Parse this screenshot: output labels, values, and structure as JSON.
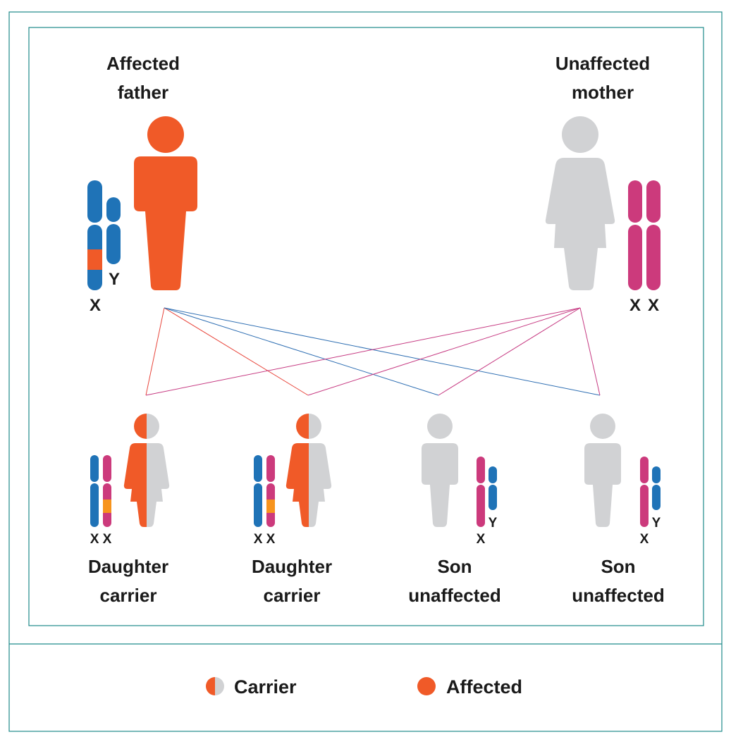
{
  "colors": {
    "affected": "#f05a28",
    "unaffected": "#d1d2d4",
    "paternal_chromosome": "#1f73b7",
    "maternal_chromosome": "#cc3a7c",
    "carrier_gene": "#f7941d",
    "border": "#1f8a8a",
    "paternal_line": "#e8463c",
    "maternal_line": "#c63a82",
    "blue_line": "#2f6fb3"
  },
  "parents": {
    "father": {
      "label_line1": "Affected",
      "label_line2": "father",
      "chromosomes": [
        "X",
        "Y"
      ],
      "status": "affected"
    },
    "mother": {
      "label_line1": "Unaffected",
      "label_line2": "mother",
      "chromosomes": [
        "X",
        "X"
      ],
      "status": "unaffected"
    }
  },
  "children": [
    {
      "label_line1": "Daughter",
      "label_line2": "carrier",
      "chr_label": "X X",
      "status": "carrier"
    },
    {
      "label_line1": "Daughter",
      "label_line2": "carrier",
      "chr_label": "X X",
      "status": "carrier"
    },
    {
      "label_line1": "Son",
      "label_line2": "unaffected",
      "chr_x": "X",
      "chr_y": "Y",
      "status": "unaffected"
    },
    {
      "label_line1": "Son",
      "label_line2": "unaffected",
      "chr_x": "X",
      "chr_y": "Y",
      "status": "unaffected"
    }
  ],
  "legend": {
    "carrier_label": "Carrier",
    "affected_label": "Affected",
    "carrier_icon": "half-filled-circle-icon",
    "affected_icon": "filled-circle-icon"
  }
}
